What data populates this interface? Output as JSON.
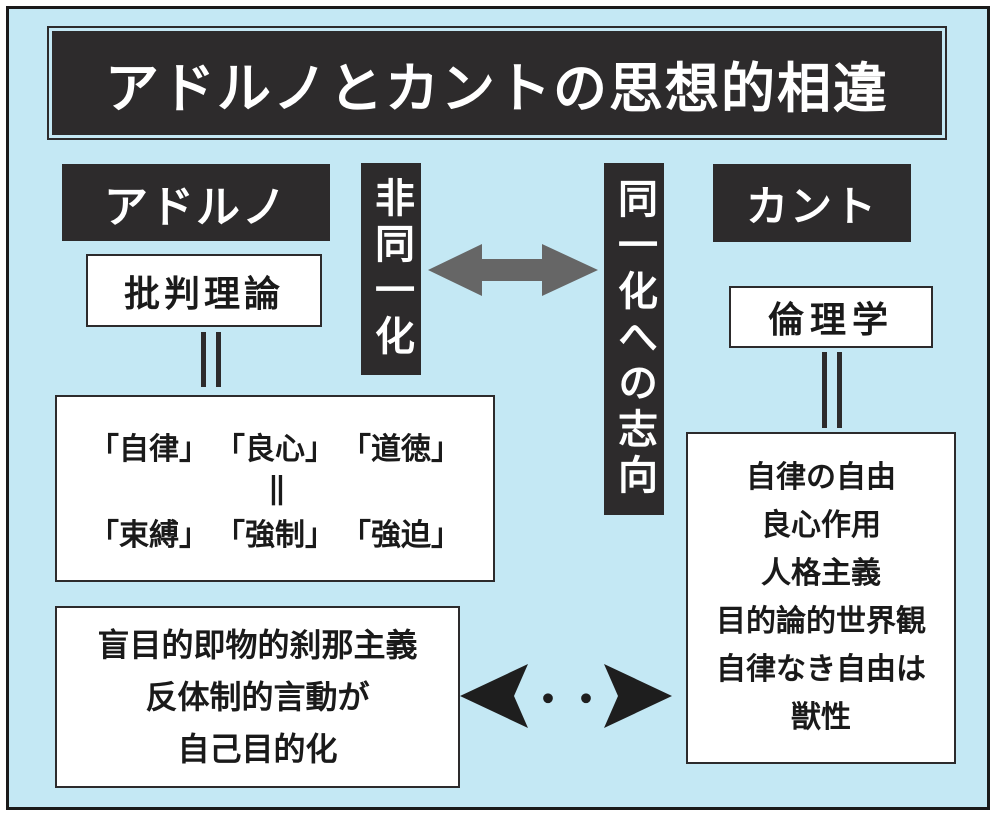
{
  "title": "アドルノとカントの思想的相違",
  "adorno": {
    "name": "アドルノ",
    "field": "批判理論",
    "row1": [
      "「自律」",
      "「良心」",
      "「道徳」"
    ],
    "row_equals": "||",
    "row2": [
      "「束縛」",
      "「強制」",
      "「強迫」"
    ],
    "outcome": [
      "盲目的即物的刹那主義",
      "反体制的言動が",
      "自己目的化"
    ]
  },
  "center": {
    "left_label": "非同一化",
    "right_label": "同一化への志向",
    "dots": "・・"
  },
  "kant": {
    "name": "カント",
    "field": "倫理学",
    "concepts": [
      "自律の自由",
      "良心作用",
      "人格主義",
      "目的論的世界観",
      "自律なき自由は",
      "獣性"
    ]
  },
  "colors": {
    "background": "#c4e8f4",
    "dark_box": "#2d2b2c",
    "arrow_gray": "#666666",
    "text_light": "#ffffff"
  }
}
